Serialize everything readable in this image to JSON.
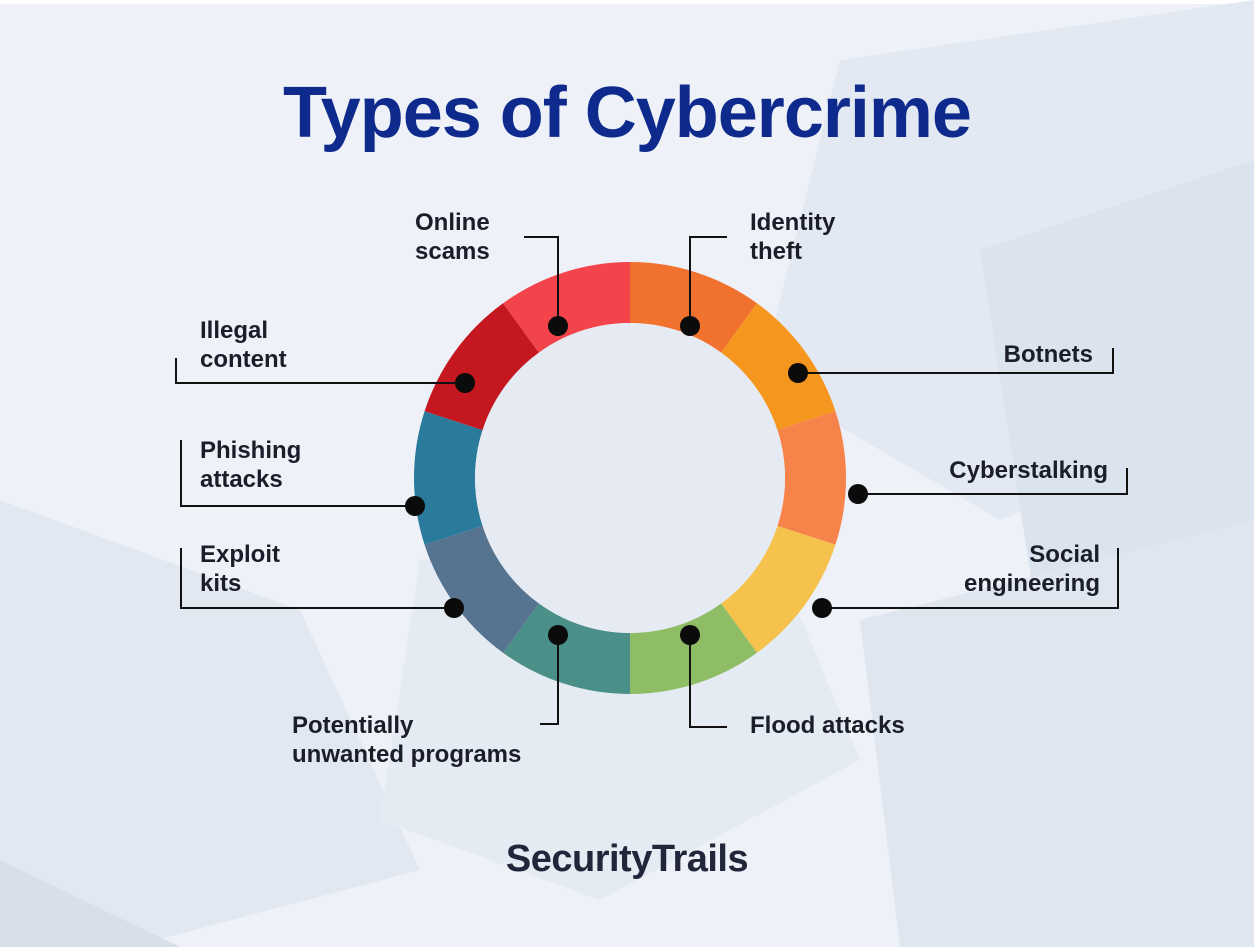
{
  "title": "Types of Cybercrime",
  "brand": "SecurityTrails",
  "segments": [
    {
      "id": "identity-theft",
      "lines": [
        "Identity",
        "theft"
      ],
      "color": "#f0722e"
    },
    {
      "id": "botnets",
      "lines": [
        "Botnets"
      ],
      "color": "#f5961f"
    },
    {
      "id": "cyberstalking",
      "lines": [
        "Cyberstalking"
      ],
      "color": "#f5834a"
    },
    {
      "id": "social-engineering",
      "lines": [
        "Social",
        "engineering"
      ],
      "color": "#f6c24e"
    },
    {
      "id": "flood-attacks",
      "lines": [
        "Flood attacks"
      ],
      "color": "#8fbd66"
    },
    {
      "id": "potentially-unwanted-programs",
      "lines": [
        "Potentially",
        "unwanted programs"
      ],
      "color": "#4a8f88"
    },
    {
      "id": "exploit-kits",
      "lines": [
        "Exploit",
        "kits"
      ],
      "color": "#567390"
    },
    {
      "id": "phishing-attacks",
      "lines": [
        "Phishing",
        "attacks"
      ],
      "color": "#2a7b9b"
    },
    {
      "id": "illegal-content",
      "lines": [
        "Illegal",
        "content"
      ],
      "color": "#c4171f"
    },
    {
      "id": "online-scams",
      "lines": [
        "Online",
        "scams"
      ],
      "color": "#f2444a"
    }
  ]
}
